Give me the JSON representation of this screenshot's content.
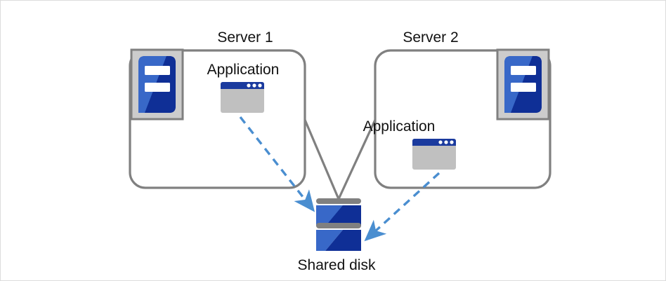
{
  "diagram": {
    "title_colors": {
      "text": "#111111",
      "box_stroke": "#808080",
      "icon_blue_light": "#3868c8",
      "icon_blue_dark": "#0f2f96",
      "icon_frame_gray": "#cccccc",
      "icon_frame_border": "#808080",
      "window_titlebar": "#1a3a9e",
      "window_body": "#c0c0c0",
      "arrow_blue": "#4a8ed0",
      "connector_gray": "#808080",
      "page_border": "#dcdcdc"
    },
    "nodes": [
      {
        "id": "server1",
        "label": "Server 1",
        "icon": "server-icon",
        "children": [
          {
            "id": "app1",
            "label": "Application",
            "icon": "application-window-icon"
          }
        ]
      },
      {
        "id": "server2",
        "label": "Server 2",
        "icon": "server-icon",
        "children": [
          {
            "id": "app2",
            "label": "Application",
            "icon": "application-window-icon"
          }
        ]
      },
      {
        "id": "shared-disk",
        "label": "Shared disk",
        "icon": "disk-stack-icon"
      }
    ],
    "connectors": [
      {
        "from": "server1",
        "to": "shared-disk",
        "style": "solid",
        "color": "#808080",
        "arrow": false
      },
      {
        "from": "server2",
        "to": "shared-disk",
        "style": "solid",
        "color": "#808080",
        "arrow": false
      },
      {
        "from": "app1",
        "to": "shared-disk",
        "style": "dashed",
        "color": "#4a8ed0",
        "arrow": true
      },
      {
        "from": "app2",
        "to": "shared-disk",
        "style": "dashed",
        "color": "#4a8ed0",
        "arrow": true
      }
    ]
  }
}
